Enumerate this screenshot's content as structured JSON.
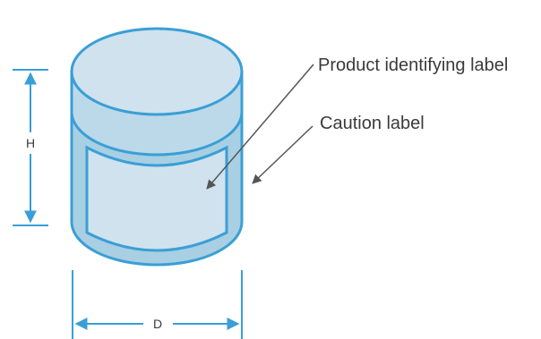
{
  "colors": {
    "outline": "#3a9fd6",
    "body_fill": "#a9cfe3",
    "label_fill": "#cfe2ee",
    "lid_fill": "#cfe2ee",
    "dimension": "#3a9fd6",
    "callout_line": "#555555",
    "text": "#3a3a3a"
  },
  "labels": {
    "product_label": "Product identifying label",
    "caution_label": "Caution label",
    "height": "H",
    "diameter": "D"
  }
}
